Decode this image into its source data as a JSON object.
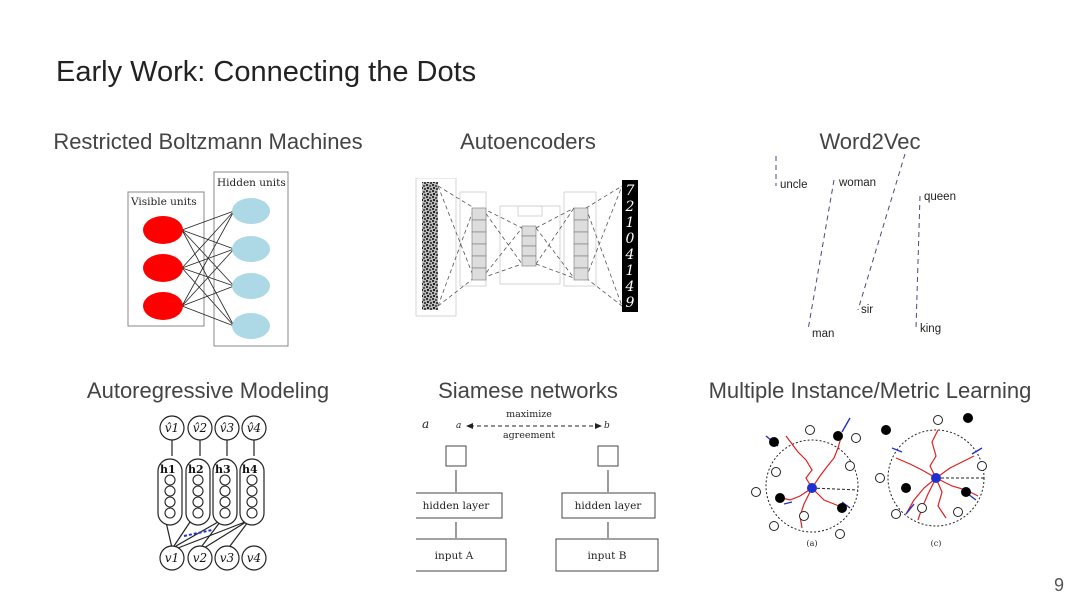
{
  "slide": {
    "title": "Early Work: Connecting the Dots",
    "page_number": "9"
  },
  "sections": {
    "rbm": {
      "heading": "Restricted Boltzmann Machines",
      "visible_label": "Visible units",
      "hidden_label": "Hidden units",
      "visible_color": "#ff0000",
      "hidden_color": "#add8e6"
    },
    "autoencoders": {
      "heading": "Autoencoders",
      "digits": [
        "7",
        "2",
        "1",
        "0",
        "4",
        "1",
        "4",
        "9"
      ]
    },
    "word2vec": {
      "heading": "Word2Vec",
      "words": [
        "uncle",
        "woman",
        "queen",
        "sir",
        "man",
        "king"
      ],
      "line_color": "#4a4a7a"
    },
    "autoregressive": {
      "heading": "Autoregressive Modeling",
      "outputs": [
        "v̂1",
        "v̂2",
        "v̂3",
        "v̂4"
      ],
      "hiddens": [
        "h1",
        "h2",
        "h3",
        "h4"
      ],
      "inputs": [
        "v1",
        "v2",
        "v3",
        "v4"
      ]
    },
    "siamese": {
      "heading": "Siamese networks",
      "panel_letter": "a",
      "left_out": "a",
      "right_out": "b",
      "maximize": "maximize",
      "agreement": "agreement",
      "hidden_left": "hidden layer",
      "hidden_right": "hidden layer",
      "input_left": "input A",
      "input_right": "input B"
    },
    "mil": {
      "heading": "Multiple Instance/Metric Learning",
      "caption_left": "(a)",
      "caption_right": "(c)",
      "path_color": "#e02020",
      "arrow_color": "#2030d0"
    }
  }
}
